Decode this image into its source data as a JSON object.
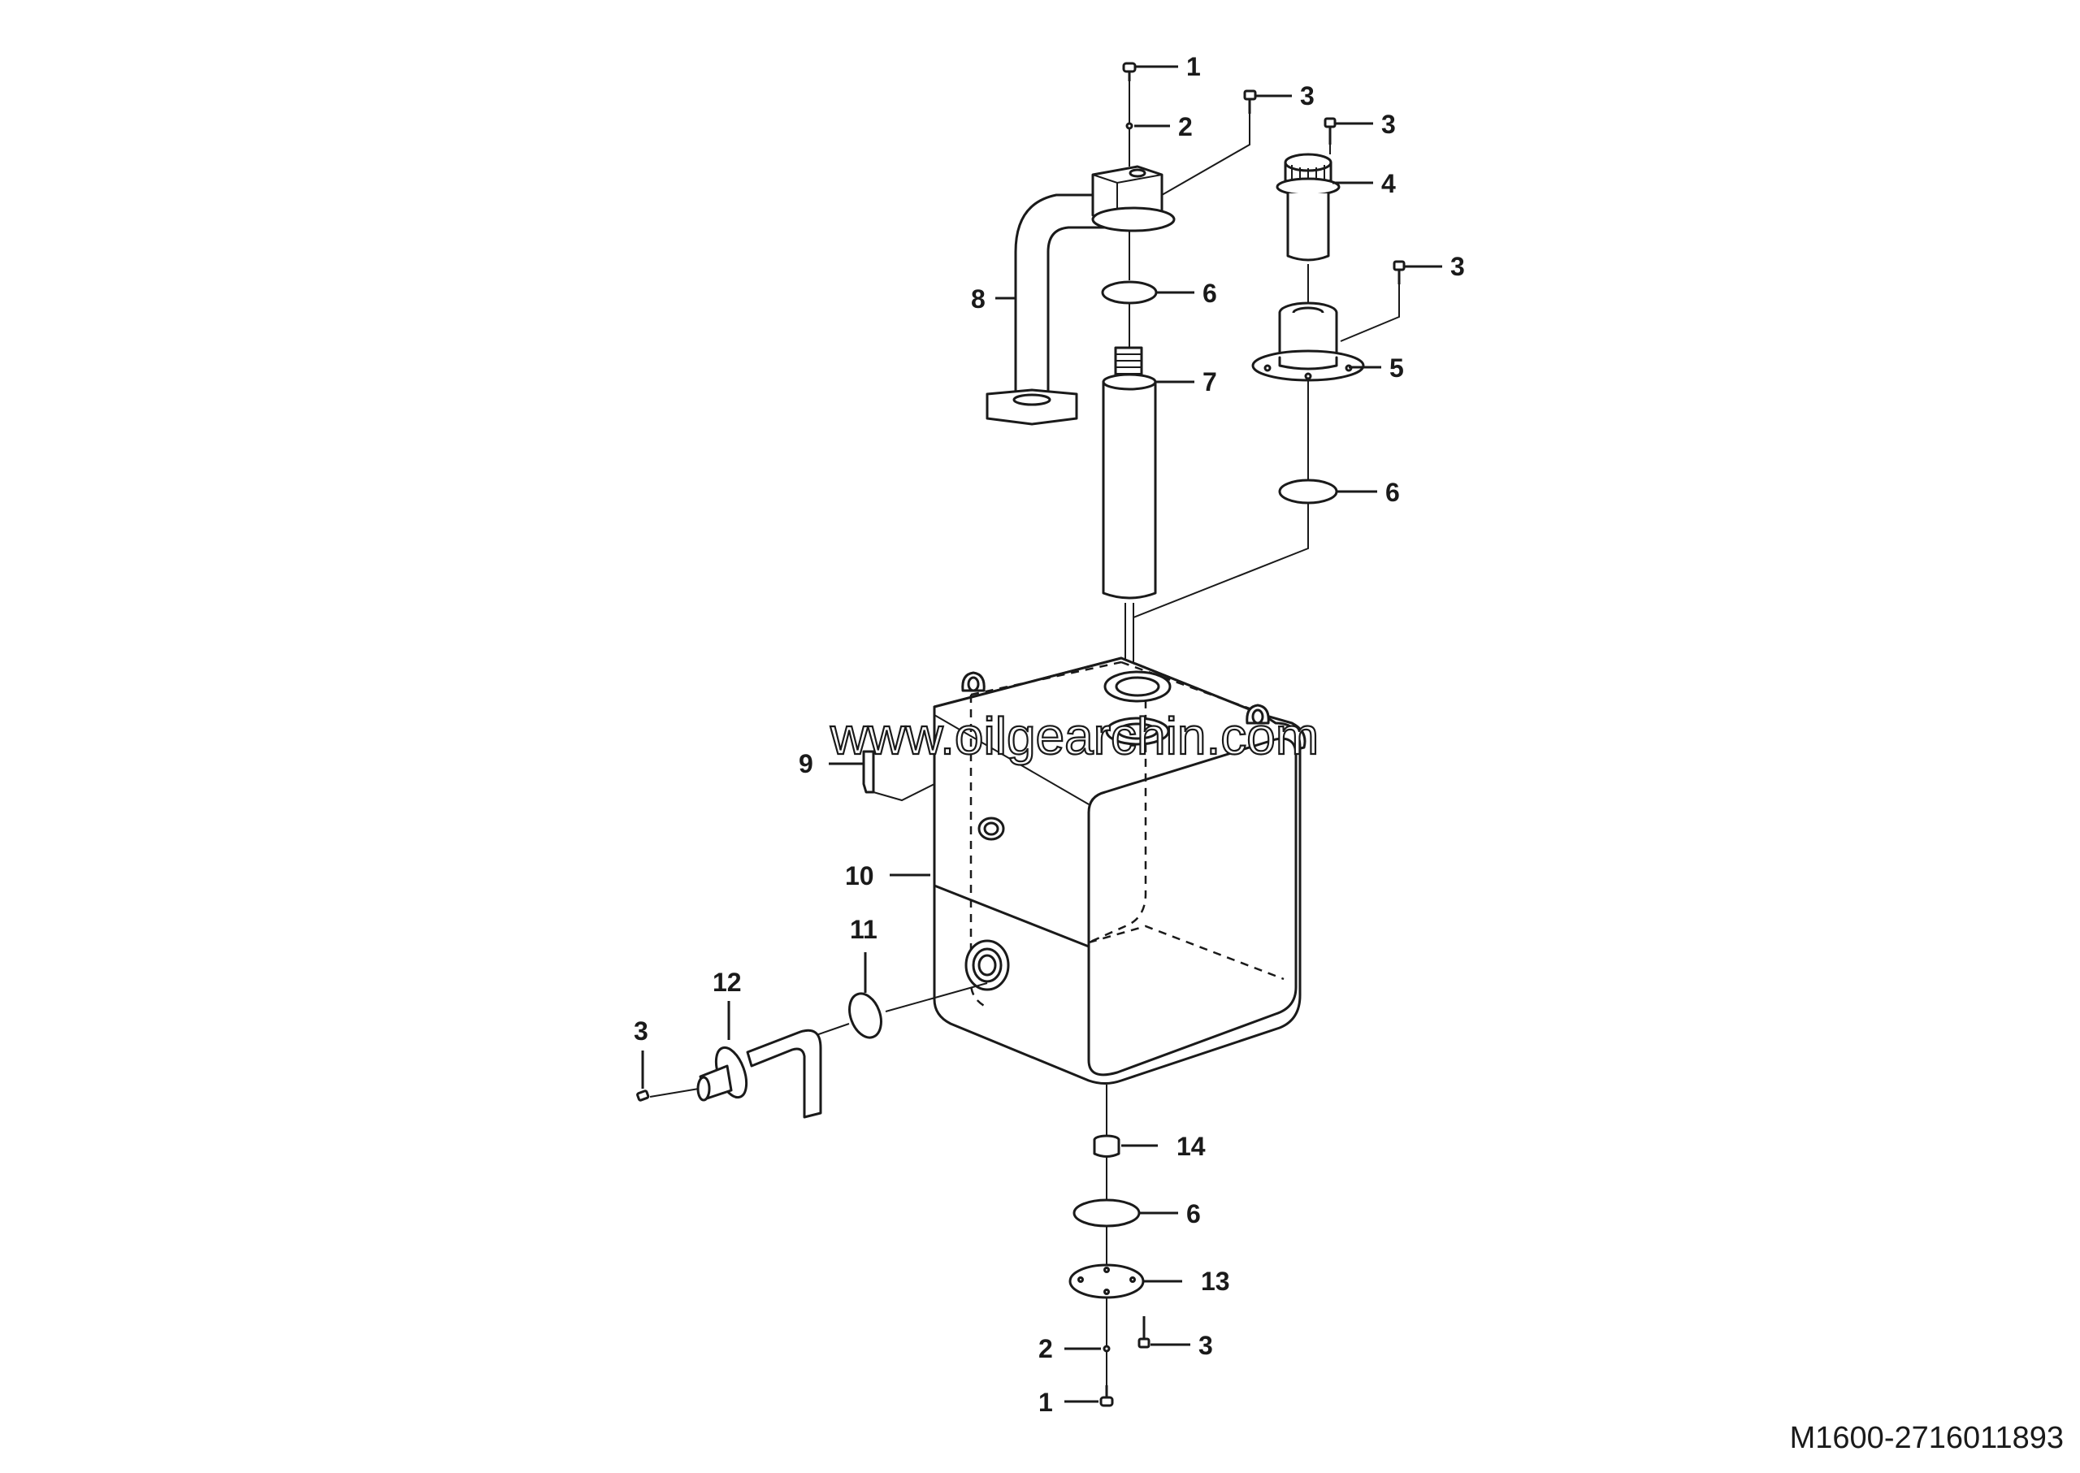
{
  "diagram": {
    "callouts": [
      {
        "id": "c1-top",
        "label": "1"
      },
      {
        "id": "c2-top",
        "label": "2"
      },
      {
        "id": "c3-a",
        "label": "3"
      },
      {
        "id": "c3-b",
        "label": "3"
      },
      {
        "id": "c4",
        "label": "4"
      },
      {
        "id": "c3-c",
        "label": "3"
      },
      {
        "id": "c6-a",
        "label": "6"
      },
      {
        "id": "c8",
        "label": "8"
      },
      {
        "id": "c7",
        "label": "7"
      },
      {
        "id": "c5",
        "label": "5"
      },
      {
        "id": "c6-b",
        "label": "6"
      },
      {
        "id": "c9",
        "label": "9"
      },
      {
        "id": "c10",
        "label": "10"
      },
      {
        "id": "c11",
        "label": "11"
      },
      {
        "id": "c12",
        "label": "12"
      },
      {
        "id": "c3-d",
        "label": "3"
      },
      {
        "id": "c14",
        "label": "14"
      },
      {
        "id": "c6-c",
        "label": "6"
      },
      {
        "id": "c13",
        "label": "13"
      },
      {
        "id": "c2-bot",
        "label": "2"
      },
      {
        "id": "c3-e",
        "label": "3"
      },
      {
        "id": "c1-bot",
        "label": "1"
      }
    ],
    "watermark": "www.oilgearchin.com",
    "drawing_code": "M1600-2716011893"
  }
}
